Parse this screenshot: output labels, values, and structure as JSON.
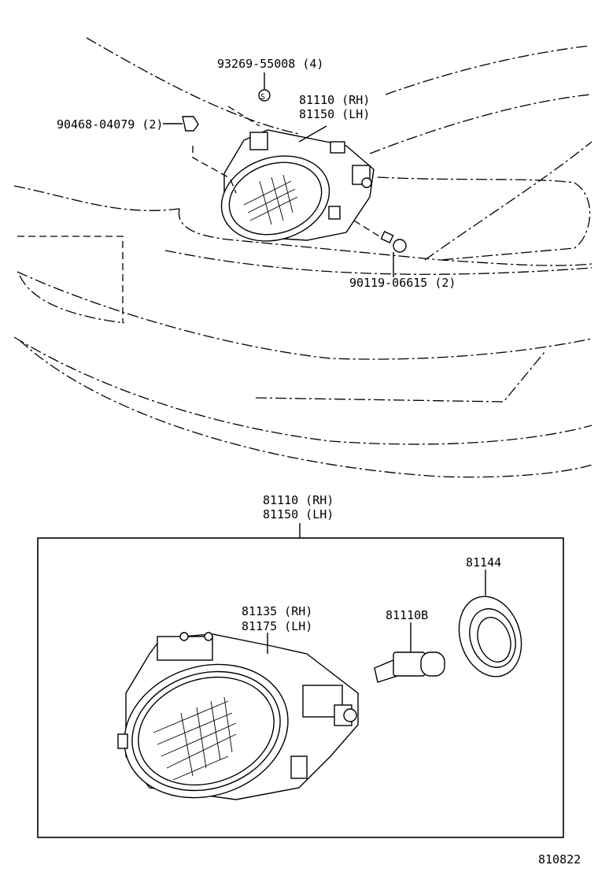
{
  "callouts": {
    "screw_top": "93269-55008 (4)",
    "clip": "90468-04079 (2)",
    "fog_rh_top": "81110 (RH)",
    "fog_lh_top": "81150 (LH)",
    "bolt": "90119-06615 (2)",
    "assy_rh": "81110 (RH)",
    "assy_lh": "81150 (LH)",
    "unit_rh": "81135 (RH)",
    "unit_lh": "81175 (LH)",
    "bulb": "81110B",
    "seal": "81144"
  },
  "diagram_number": "810822"
}
